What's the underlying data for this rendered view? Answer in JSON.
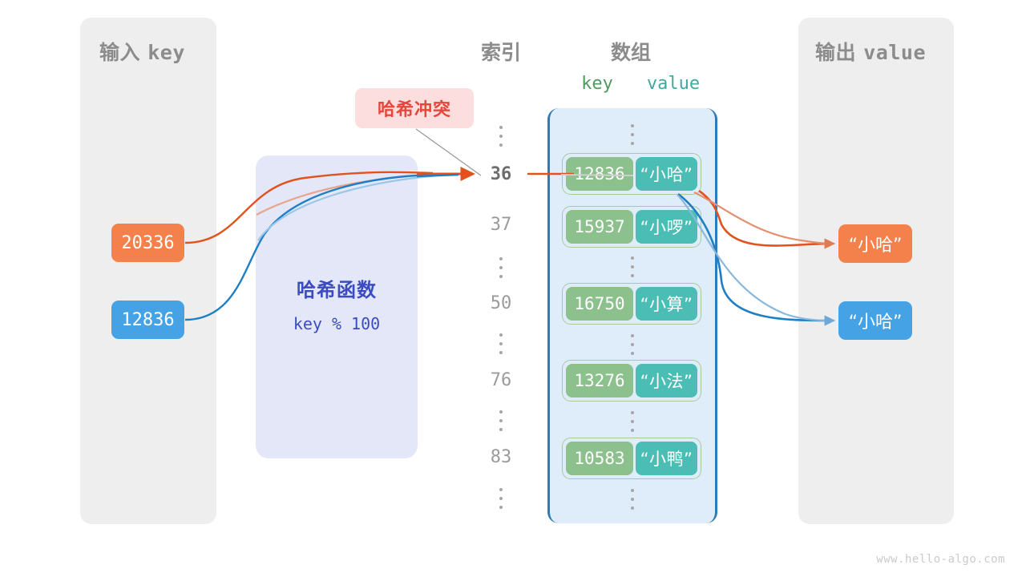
{
  "watermark": "www.hello-algo.com",
  "panels": {
    "input": {
      "title_cn": "输入",
      "title_mono": "key"
    },
    "output": {
      "title_cn": "输出",
      "title_mono": "value"
    }
  },
  "columns": {
    "index_heading": "索引",
    "array_heading": "数组",
    "key_heading": "key",
    "value_heading": "value"
  },
  "callout": {
    "label": "哈希冲突"
  },
  "hash_function": {
    "title": "哈希函数",
    "formula": "key % 100"
  },
  "input_keys": [
    {
      "value": "20336",
      "color": "#f4814c"
    },
    {
      "value": "12836",
      "color": "#45a3e5"
    }
  ],
  "output_values": [
    {
      "value": "“小哈”",
      "color": "#f4814c"
    },
    {
      "value": "“小哈”",
      "color": "#45a3e5"
    }
  ],
  "index_column": [
    {
      "kind": "dots"
    },
    {
      "kind": "label",
      "text": "36",
      "highlight": true
    },
    {
      "kind": "label",
      "text": "37",
      "highlight": false
    },
    {
      "kind": "dots"
    },
    {
      "kind": "label",
      "text": "50",
      "highlight": false
    },
    {
      "kind": "dots"
    },
    {
      "kind": "label",
      "text": "76",
      "highlight": false
    },
    {
      "kind": "dots"
    },
    {
      "kind": "label",
      "text": "83",
      "highlight": false
    },
    {
      "kind": "dots"
    }
  ],
  "array_cells": [
    {
      "key": "12836",
      "value": "“小哈”"
    },
    {
      "key": "15937",
      "value": "“小啰”"
    },
    {
      "key": "16750",
      "value": "“小算”"
    },
    {
      "key": "13276",
      "value": "“小法”"
    },
    {
      "key": "10583",
      "value": "“小鸭”"
    }
  ],
  "colors": {
    "panel_bg": "#eeeeee",
    "array_bg": "#deedf9",
    "array_border": "#2b7bba",
    "cell_key_bg": "#8cc08c",
    "cell_val_bg": "#4bbdb5",
    "cell_outline": "#a4cc9a",
    "hash_bg": "#e3e7f8",
    "hash_text": "#3b4cc0",
    "callout_bg": "#fbdedd",
    "callout_text": "#e8453c",
    "orange": "#f4814c",
    "orange_arrow": "#e2521c",
    "blue": "#45a3e5",
    "blue_arrow": "#1f7fc4",
    "label_gray": "#8c8c8c"
  }
}
